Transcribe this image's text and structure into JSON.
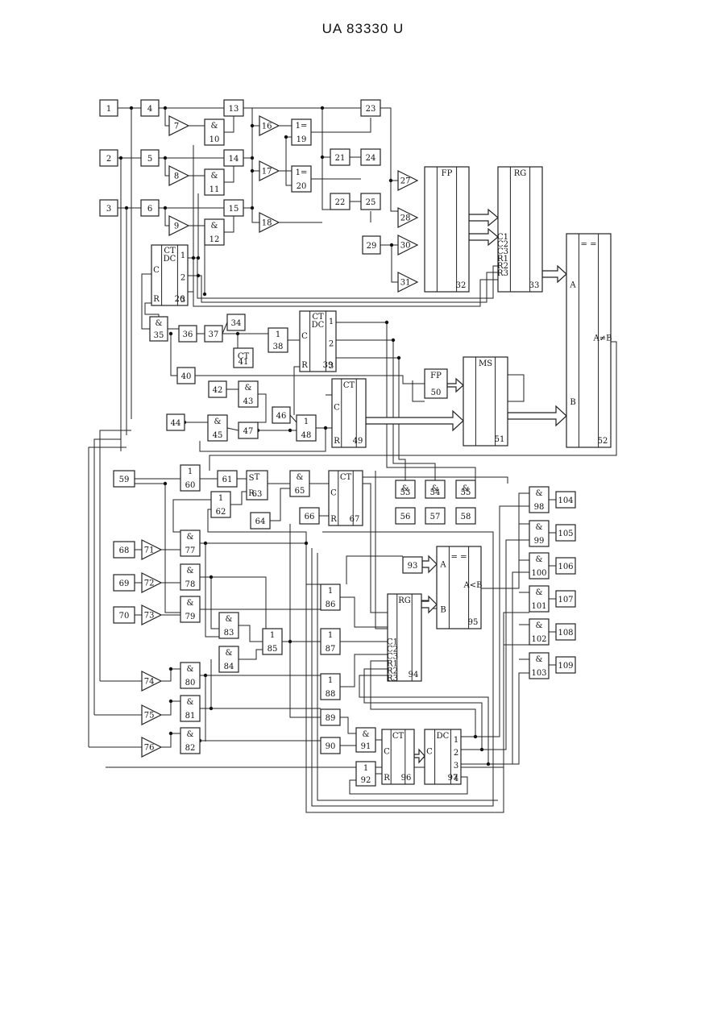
{
  "header": {
    "text": "UA   83330   U"
  },
  "diagram": {
    "blocks": [
      {
        "id": "b1",
        "label": "1",
        "kind": "box"
      },
      {
        "id": "b2",
        "label": "2",
        "kind": "box"
      },
      {
        "id": "b3",
        "label": "3",
        "kind": "box"
      },
      {
        "id": "b4",
        "label": "4",
        "kind": "box"
      },
      {
        "id": "b5",
        "label": "5",
        "kind": "box"
      },
      {
        "id": "b6",
        "label": "6",
        "kind": "box"
      },
      {
        "id": "b7",
        "label": "7",
        "kind": "tri"
      },
      {
        "id": "b8",
        "label": "8",
        "kind": "tri"
      },
      {
        "id": "b9",
        "label": "9",
        "kind": "tri"
      },
      {
        "id": "b10",
        "label": "10",
        "top": "&",
        "kind": "box"
      },
      {
        "id": "b11",
        "label": "11",
        "top": "&",
        "kind": "box"
      },
      {
        "id": "b12",
        "label": "12",
        "top": "&",
        "kind": "box"
      },
      {
        "id": "b13",
        "label": "13",
        "kind": "box"
      },
      {
        "id": "b14",
        "label": "14",
        "kind": "box"
      },
      {
        "id": "b15",
        "label": "15",
        "kind": "box"
      },
      {
        "id": "b16",
        "label": "16",
        "kind": "tri"
      },
      {
        "id": "b17",
        "label": "17",
        "kind": "tri"
      },
      {
        "id": "b18",
        "label": "18",
        "kind": "tri"
      },
      {
        "id": "b19",
        "label": "19",
        "top": "1=",
        "kind": "box"
      },
      {
        "id": "b20",
        "label": "20",
        "top": "1=",
        "kind": "box"
      },
      {
        "id": "b21",
        "label": "21",
        "kind": "box"
      },
      {
        "id": "b22",
        "label": "22",
        "kind": "box"
      },
      {
        "id": "b23",
        "label": "23",
        "kind": "box"
      },
      {
        "id": "b24",
        "label": "24",
        "kind": "box"
      },
      {
        "id": "b25",
        "label": "25",
        "kind": "box"
      },
      {
        "id": "b26",
        "label": "26",
        "top": "CT DC",
        "c": "C",
        "r": "R",
        "pins": [
          "1",
          "2",
          "3"
        ],
        "kind": "box"
      },
      {
        "id": "b27",
        "label": "27",
        "kind": "tri"
      },
      {
        "id": "b28",
        "label": "28",
        "kind": "tri"
      },
      {
        "id": "b29",
        "label": "29",
        "kind": "box"
      },
      {
        "id": "b30",
        "label": "30",
        "kind": "tri"
      },
      {
        "id": "b31",
        "label": "31",
        "kind": "tri"
      },
      {
        "id": "b32",
        "label": "32",
        "top": "FP",
        "kind": "box"
      },
      {
        "id": "b33",
        "label": "33",
        "top": "RG",
        "pins": [
          "C1",
          "C2",
          "C3",
          "R1",
          "R2",
          "R3"
        ],
        "kind": "box"
      },
      {
        "id": "b34",
        "label": "34",
        "kind": "box"
      },
      {
        "id": "b35",
        "label": "35",
        "top": "&",
        "kind": "box"
      },
      {
        "id": "b36",
        "label": "36",
        "kind": "box"
      },
      {
        "id": "b37",
        "label": "37",
        "kind": "box"
      },
      {
        "id": "b38",
        "label": "38",
        "top": "1",
        "kind": "box"
      },
      {
        "id": "b39",
        "label": "39",
        "top": "CT DC",
        "c": "C",
        "r": "R",
        "pins": [
          "1",
          "2",
          "3"
        ],
        "kind": "box"
      },
      {
        "id": "b40",
        "label": "40",
        "kind": "box"
      },
      {
        "id": "b41",
        "label": "41",
        "top": "CT",
        "kind": "box"
      },
      {
        "id": "b42",
        "label": "42",
        "kind": "box"
      },
      {
        "id": "b43",
        "label": "43",
        "top": "&",
        "kind": "box"
      },
      {
        "id": "b44",
        "label": "44",
        "kind": "box"
      },
      {
        "id": "b45",
        "label": "45",
        "top": "&",
        "kind": "box"
      },
      {
        "id": "b46",
        "label": "46",
        "kind": "box"
      },
      {
        "id": "b47",
        "label": "47",
        "kind": "box"
      },
      {
        "id": "b48",
        "label": "48",
        "top": "1",
        "kind": "box"
      },
      {
        "id": "b49",
        "label": "49",
        "top": "CT",
        "c": "C",
        "r": "R",
        "kind": "box"
      },
      {
        "id": "b50",
        "label": "50",
        "top": "FP",
        "kind": "box"
      },
      {
        "id": "b51",
        "label": "51",
        "top": "MS",
        "kind": "box"
      },
      {
        "id": "b52",
        "label": "52",
        "top": "= =",
        "a": "A",
        "b": "B",
        "side": "A≠B",
        "kind": "box"
      },
      {
        "id": "b53",
        "label": "53",
        "top": "&",
        "kind": "box"
      },
      {
        "id": "b54",
        "label": "54",
        "top": "&",
        "kind": "box"
      },
      {
        "id": "b55",
        "label": "55",
        "top": "&",
        "kind": "box"
      },
      {
        "id": "b56",
        "label": "56",
        "kind": "box"
      },
      {
        "id": "b57",
        "label": "57",
        "kind": "box"
      },
      {
        "id": "b58",
        "label": "58",
        "kind": "box"
      },
      {
        "id": "b59",
        "label": "59",
        "kind": "box"
      },
      {
        "id": "b60",
        "label": "60",
        "top": "1",
        "kind": "box"
      },
      {
        "id": "b61",
        "label": "61",
        "kind": "box"
      },
      {
        "id": "b62",
        "label": "62",
        "top": "1",
        "kind": "box"
      },
      {
        "id": "b63",
        "label": "63",
        "top": "T",
        "s": "S",
        "r": "R",
        "kind": "box"
      },
      {
        "id": "b64",
        "label": "64",
        "kind": "box"
      },
      {
        "id": "b65",
        "label": "65",
        "top": "&",
        "kind": "box"
      },
      {
        "id": "b66",
        "label": "66",
        "kind": "box"
      },
      {
        "id": "b67",
        "label": "67",
        "top": "CT",
        "c": "C",
        "r": "R",
        "kind": "box"
      },
      {
        "id": "b68",
        "label": "68",
        "kind": "box"
      },
      {
        "id": "b69",
        "label": "69",
        "kind": "box"
      },
      {
        "id": "b70",
        "label": "70",
        "kind": "box"
      },
      {
        "id": "b71",
        "label": "71",
        "kind": "tri"
      },
      {
        "id": "b72",
        "label": "72",
        "kind": "tri"
      },
      {
        "id": "b73",
        "label": "73",
        "kind": "tri"
      },
      {
        "id": "b74",
        "label": "74",
        "kind": "tri"
      },
      {
        "id": "b75",
        "label": "75",
        "kind": "tri"
      },
      {
        "id": "b76",
        "label": "76",
        "kind": "tri"
      },
      {
        "id": "b77",
        "label": "77",
        "top": "&",
        "kind": "box"
      },
      {
        "id": "b78",
        "label": "78",
        "top": "&",
        "kind": "box"
      },
      {
        "id": "b79",
        "label": "79",
        "top": "&",
        "kind": "box"
      },
      {
        "id": "b80",
        "label": "80",
        "top": "&",
        "kind": "box"
      },
      {
        "id": "b81",
        "label": "81",
        "top": "&",
        "kind": "box"
      },
      {
        "id": "b82",
        "label": "82",
        "top": "&",
        "kind": "box"
      },
      {
        "id": "b83",
        "label": "83",
        "top": "&",
        "kind": "box"
      },
      {
        "id": "b84",
        "label": "84",
        "top": "&",
        "kind": "box"
      },
      {
        "id": "b85",
        "label": "85",
        "top": "1",
        "kind": "box"
      },
      {
        "id": "b86",
        "label": "86",
        "top": "1",
        "kind": "box"
      },
      {
        "id": "b87",
        "label": "87",
        "top": "1",
        "kind": "box"
      },
      {
        "id": "b88",
        "label": "88",
        "top": "1",
        "kind": "box"
      },
      {
        "id": "b89",
        "label": "89",
        "kind": "box"
      },
      {
        "id": "b90",
        "label": "90",
        "kind": "box"
      },
      {
        "id": "b91",
        "label": "91",
        "top": "&",
        "kind": "box"
      },
      {
        "id": "b92",
        "label": "92",
        "top": "1",
        "kind": "box"
      },
      {
        "id": "b93",
        "label": "93",
        "kind": "box"
      },
      {
        "id": "b94",
        "label": "94",
        "top": "RG",
        "pins": [
          "C1",
          "C2",
          "C3",
          "R1",
          "R2",
          "R3"
        ],
        "kind": "box"
      },
      {
        "id": "b95",
        "label": "95",
        "top": "= =",
        "a": "A",
        "b": "B",
        "side": "A<B",
        "kind": "box"
      },
      {
        "id": "b96",
        "label": "96",
        "top": "CT",
        "c": "C",
        "r": "R",
        "kind": "box"
      },
      {
        "id": "b97",
        "label": "97",
        "top": "DC",
        "c": "C",
        "pins": [
          "1",
          "2",
          "3",
          "4"
        ],
        "kind": "box"
      },
      {
        "id": "b98",
        "label": "98",
        "top": "&",
        "kind": "box"
      },
      {
        "id": "b99",
        "label": "99",
        "top": "&",
        "kind": "box"
      },
      {
        "id": "b100",
        "label": "100",
        "top": "&",
        "kind": "box"
      },
      {
        "id": "b101",
        "label": "101",
        "top": "&",
        "kind": "box"
      },
      {
        "id": "b102",
        "label": "102",
        "top": "&",
        "kind": "box"
      },
      {
        "id": "b103",
        "label": "103",
        "top": "&",
        "kind": "box"
      },
      {
        "id": "b104",
        "label": "104",
        "kind": "box"
      },
      {
        "id": "b105",
        "label": "105",
        "kind": "box"
      },
      {
        "id": "b106",
        "label": "106",
        "kind": "box"
      },
      {
        "id": "b107",
        "label": "107",
        "kind": "box"
      },
      {
        "id": "b108",
        "label": "108",
        "kind": "box"
      },
      {
        "id": "b109",
        "label": "109",
        "kind": "box"
      }
    ]
  }
}
